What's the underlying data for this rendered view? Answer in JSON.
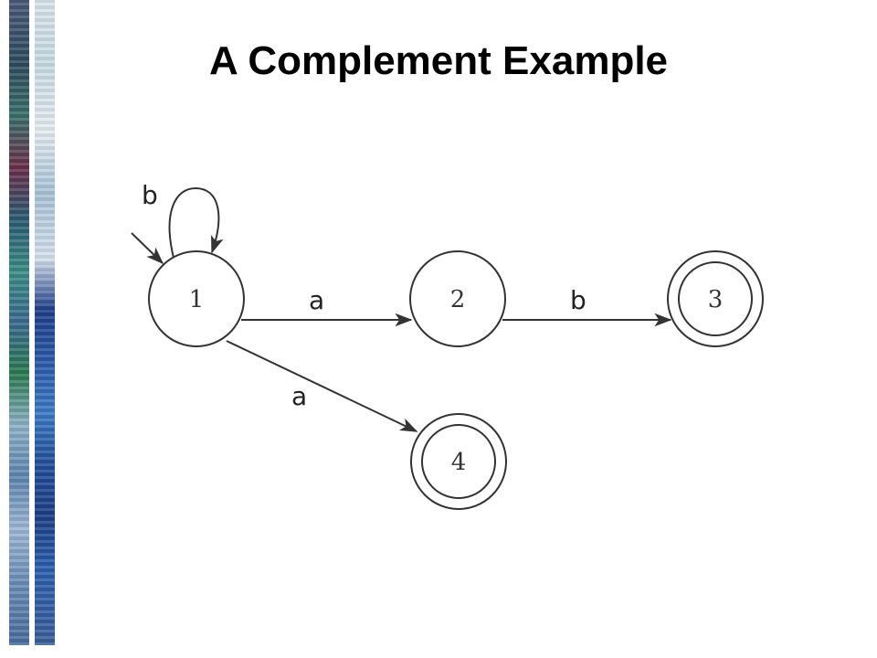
{
  "slide": {
    "title": "A Complement Example"
  },
  "automaton": {
    "states": [
      {
        "id": "1",
        "label": "1",
        "accepting": false,
        "start": true
      },
      {
        "id": "2",
        "label": "2",
        "accepting": false,
        "start": false
      },
      {
        "id": "3",
        "label": "3",
        "accepting": true,
        "start": false
      },
      {
        "id": "4",
        "label": "4",
        "accepting": true,
        "start": false
      }
    ],
    "transitions": [
      {
        "from": "1",
        "to": "1",
        "symbol": "b"
      },
      {
        "from": "1",
        "to": "2",
        "symbol": "a"
      },
      {
        "from": "2",
        "to": "3",
        "symbol": "b"
      },
      {
        "from": "1",
        "to": "4",
        "symbol": "a"
      }
    ]
  },
  "colors": {
    "stroke": "#333333",
    "text": "#000000"
  }
}
